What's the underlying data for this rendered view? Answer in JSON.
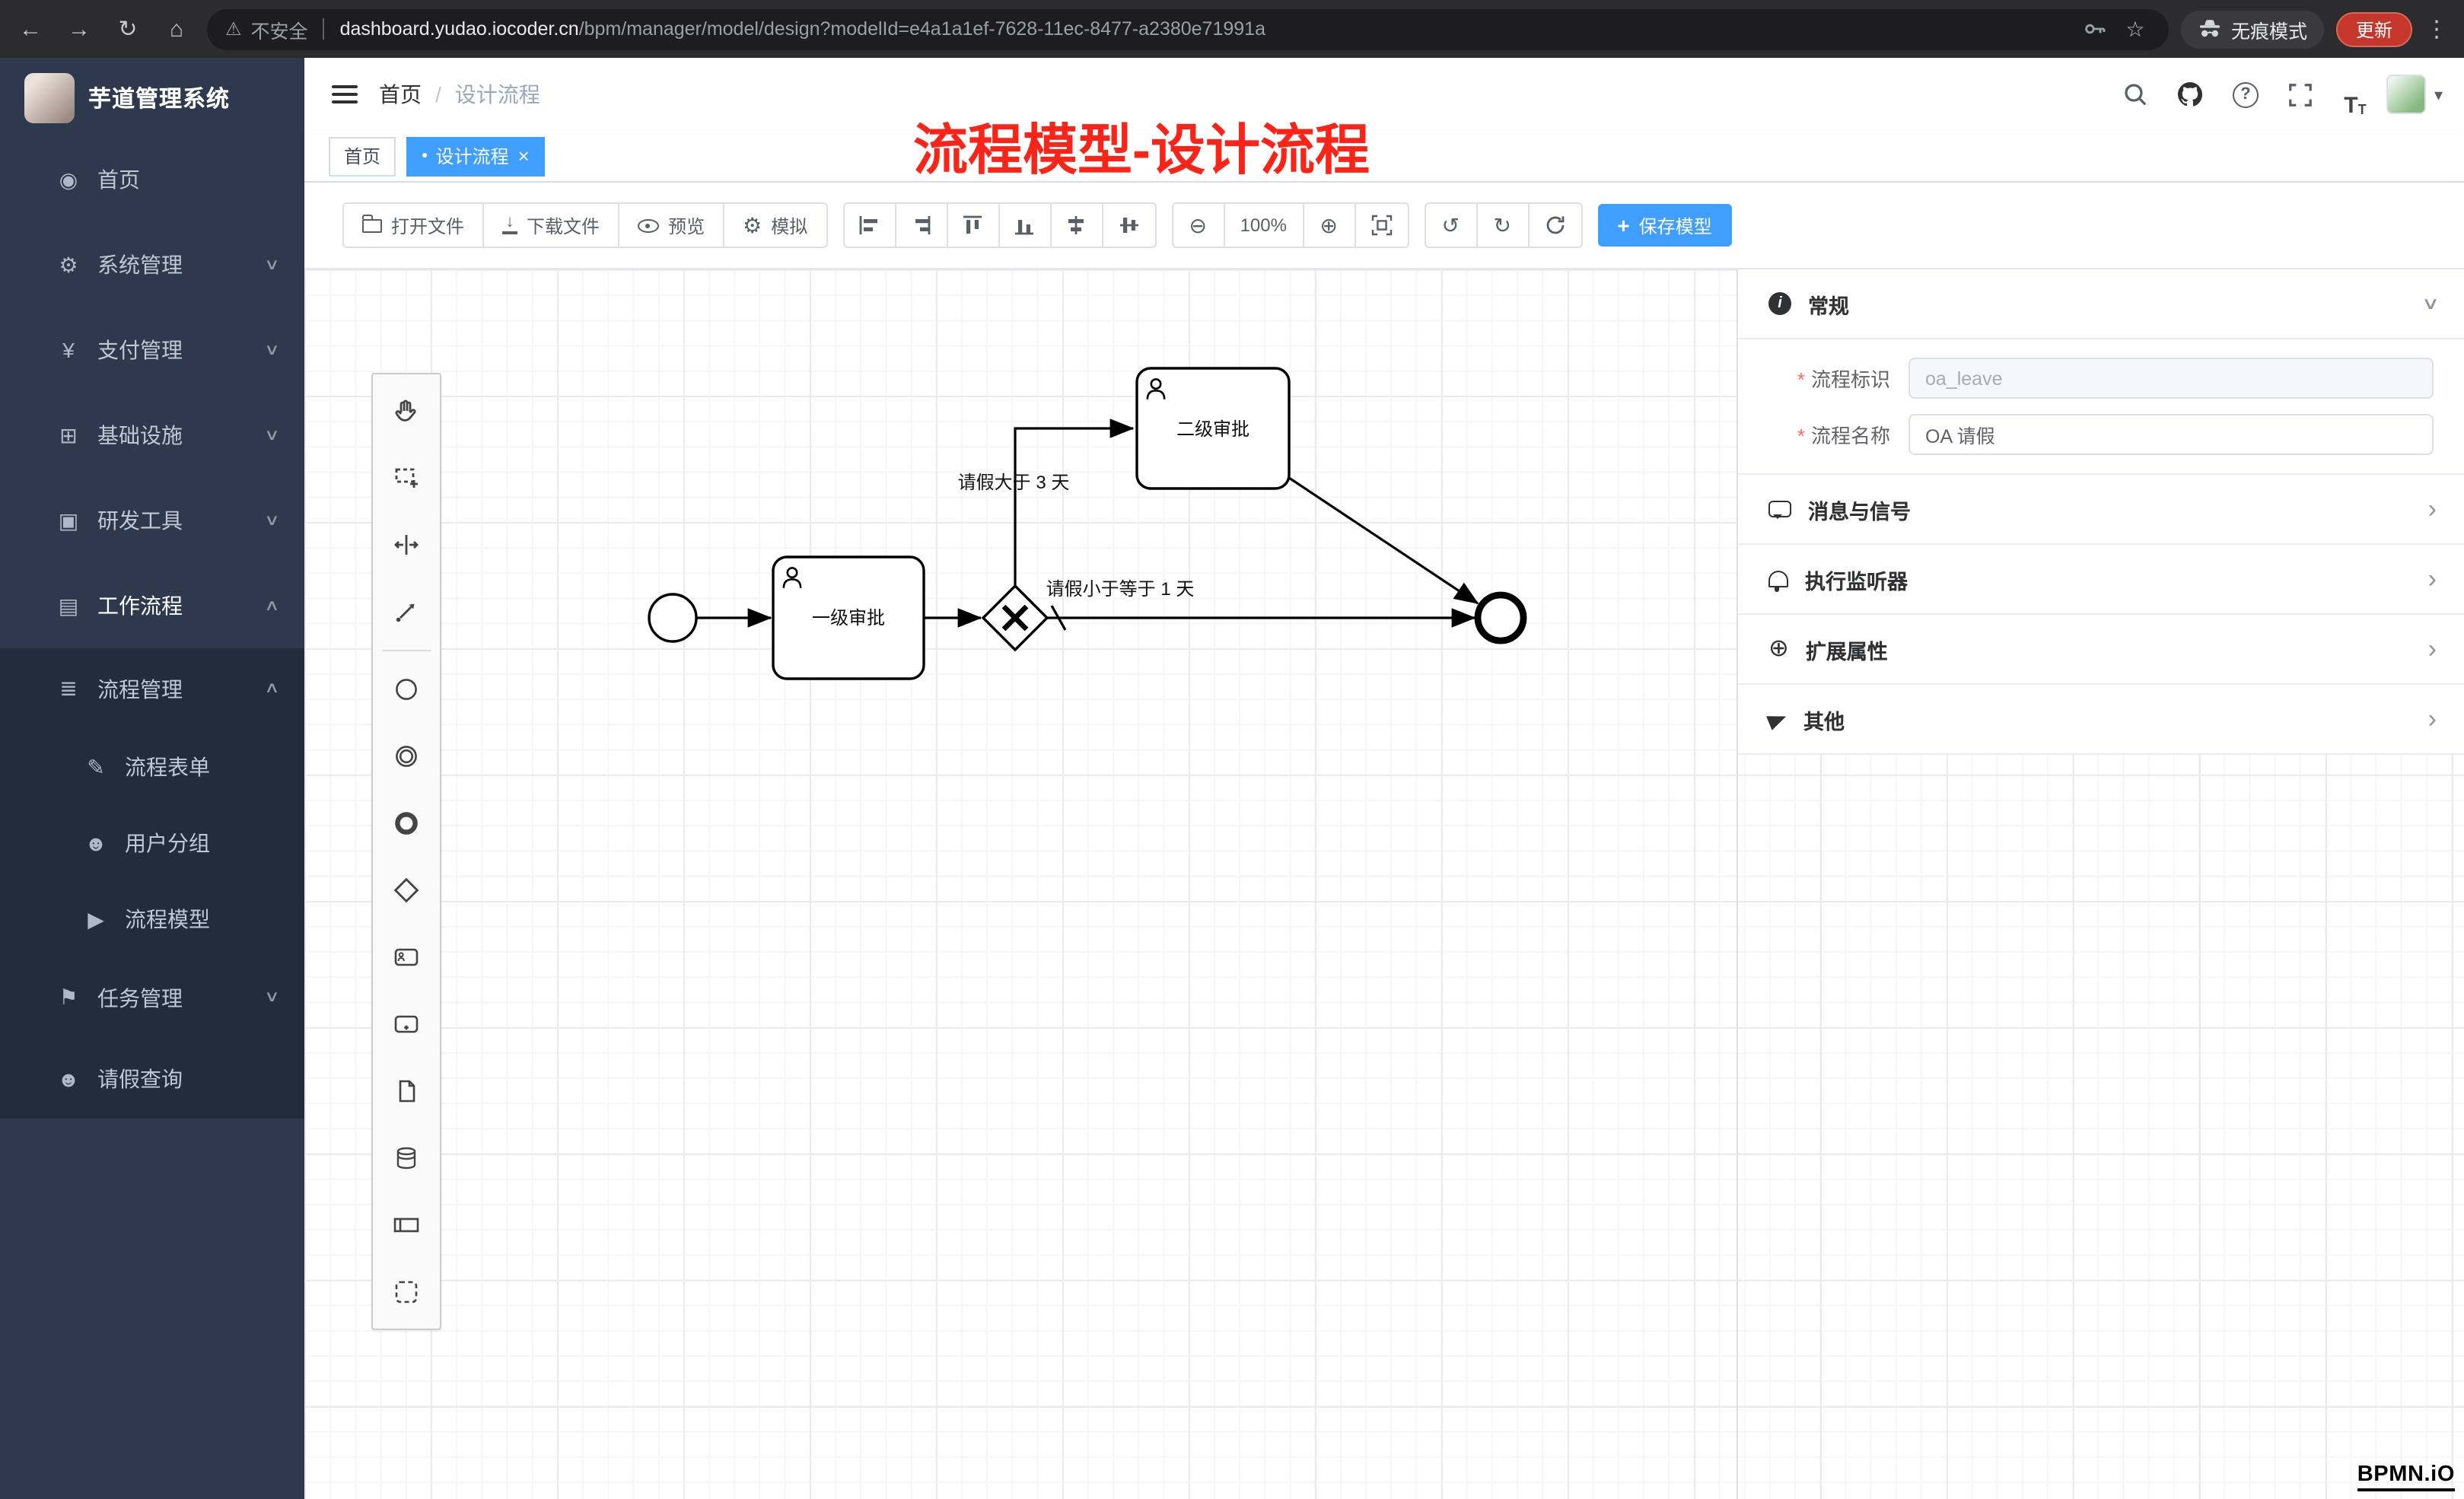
{
  "icons": {
    "back": "←",
    "forward": "→",
    "reload": "↻",
    "home": "⌂",
    "warning": "⚠",
    "star": "☆",
    "menu_dots": "⋮",
    "question": "?",
    "caret_down": "▾",
    "sep": "/",
    "dot": "●",
    "close": "×",
    "chevron_down": "∨",
    "chevron_up": "∧",
    "chevron_right": "›",
    "zoom_out": "⊖",
    "zoom_in": "⊕",
    "undo": "↺",
    "redo": "↻",
    "plus": "+",
    "gear": "⚙",
    "download_arrow": "↓",
    "font_large": "T",
    "info": "i"
  },
  "browser": {
    "security_label": "不安全",
    "url_domain": "dashboard.yudao.iocoder.cn",
    "url_path": "/bpm/manager/model/design?modelId=e4a1a1ef-7628-11ec-8477-a2380e71991a",
    "incognito_label": "无痕模式",
    "update_label": "更新"
  },
  "sidebar": {
    "app_title": "芋道管理系统",
    "items": [
      {
        "label": "首页",
        "icon": "◉"
      },
      {
        "label": "系统管理",
        "icon": "⚙"
      },
      {
        "label": "支付管理",
        "icon": "¥"
      },
      {
        "label": "基础设施",
        "icon": "⊞"
      },
      {
        "label": "研发工具",
        "icon": "▣"
      },
      {
        "label": "工作流程",
        "icon": "▤"
      }
    ],
    "submenu": {
      "process_mgmt": {
        "label": "流程管理",
        "icon": "≣"
      },
      "children": [
        {
          "label": "流程表单",
          "icon": "✎"
        },
        {
          "label": "用户分组",
          "icon": "☻"
        },
        {
          "label": "流程模型",
          "icon": "▶"
        }
      ],
      "task_mgmt": {
        "label": "任务管理",
        "icon": "⚑"
      },
      "leave_query": {
        "label": "请假查询",
        "icon": "☻"
      }
    }
  },
  "header": {
    "breadcrumb": [
      "首页",
      "设计流程"
    ],
    "annotation": "流程模型-设计流程"
  },
  "tags": {
    "home": "首页",
    "active": "设计流程"
  },
  "toolbar": {
    "open": "打开文件",
    "download": "下载文件",
    "preview": "预览",
    "simulate": "模拟",
    "zoom_level": "100%",
    "save": "保存模型"
  },
  "diagram": {
    "task1": "一级审批",
    "task2": "二级审批",
    "flow_gt": "请假大于 3 天",
    "flow_le": "请假小于等于 1 天"
  },
  "properties": {
    "general_title": "常规",
    "required_mark": "*",
    "id_label": "流程标识",
    "id_value": "oa_leave",
    "name_label": "流程名称",
    "name_value": "OA 请假",
    "sections": [
      {
        "title": "消息与信号"
      },
      {
        "title": "执行监听器"
      },
      {
        "title": "扩展属性"
      },
      {
        "title": "其他"
      }
    ]
  },
  "footer": {
    "logo": "BPMN.iO"
  }
}
